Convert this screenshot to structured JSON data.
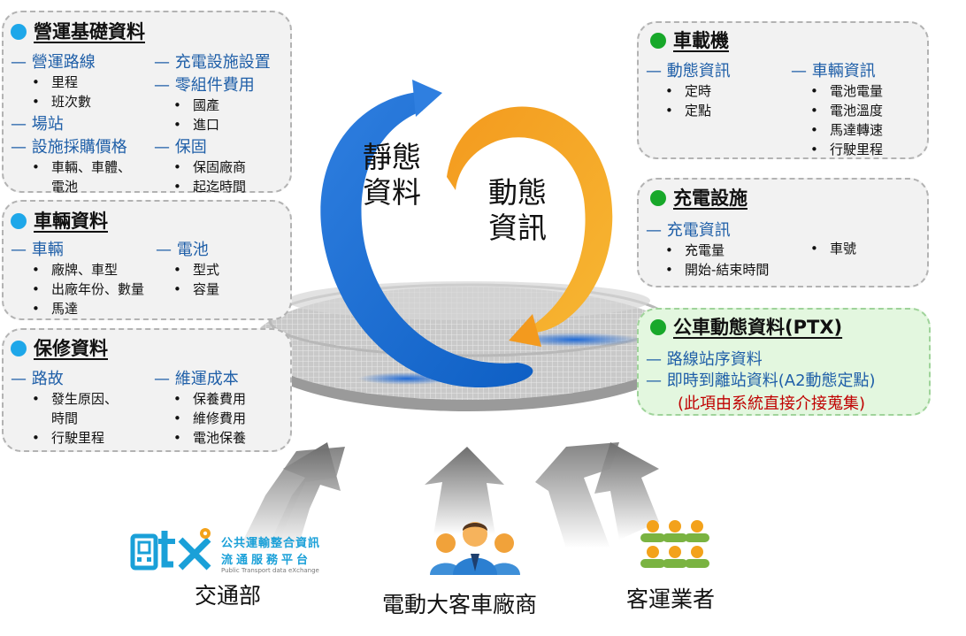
{
  "panels": {
    "operations": {
      "title": "營運基礎資料",
      "route": "營運路線",
      "route_items": [
        "里程",
        "班次數"
      ],
      "station": "場站",
      "procure": "設施採購價格",
      "procure_item_1": "車輛、車體、",
      "procure_item_1b": "電池",
      "charge": "充電設施設置",
      "parts": "零組件費用",
      "parts_items": [
        "國產",
        "進口"
      ],
      "warranty": "保固",
      "warranty_items": [
        "保固廠商",
        "起迄時間"
      ]
    },
    "vehicle": {
      "title": "車輛資料",
      "car": "車輛",
      "car_items": [
        "廠牌、車型",
        "出廠年份、數量",
        "馬達"
      ],
      "battery": "電池",
      "battery_items": [
        "型式",
        "容量"
      ]
    },
    "maintenance": {
      "title": "保修資料",
      "fault": "路故",
      "fault_item_1": "發生原因、",
      "fault_item_1b": "時間",
      "fault_item_2": "行駛里程",
      "cost": "維運成本",
      "cost_items": [
        "保養費用",
        "維修費用",
        "電池保養"
      ]
    },
    "onboard": {
      "title": "車載機",
      "dynamic": "動態資訊",
      "dynamic_items": [
        "定時",
        "定點"
      ],
      "car_info": "車輛資訊",
      "car_info_items": [
        "電池電量",
        "電池溫度",
        "馬達轉速",
        "行駛里程"
      ]
    },
    "charging": {
      "title": "充電設施",
      "info": "充電資訊",
      "info_items": [
        "充電量",
        "開始-結束時間"
      ],
      "plate": "車號"
    },
    "bus": {
      "title": "公車動態資料(PTX)",
      "item_1": "路線站序資料",
      "item_2": "即時到離站資料(A2動態定點)",
      "note": "(此項由系統直接介接蒐集)"
    }
  },
  "center": {
    "static": [
      "靜態",
      "資料"
    ],
    "dynamic": [
      "動態",
      "資訊"
    ]
  },
  "ptx": {
    "line1": "公共運輸整合資訊",
    "line2": "流通服務平台",
    "line3": "Public Transport data eXchange"
  },
  "sources": {
    "mot": "交通部",
    "maker": "電動大客車廠商",
    "operator": "客運業者"
  },
  "colors": {
    "blue_arrow": "#1e88e5",
    "orange_arrow": "#f5a623",
    "level1_text": "#1f5fa8",
    "note_red": "#c00000",
    "bullet_blue": "#1ea7e9",
    "bullet_green": "#18a82a"
  }
}
